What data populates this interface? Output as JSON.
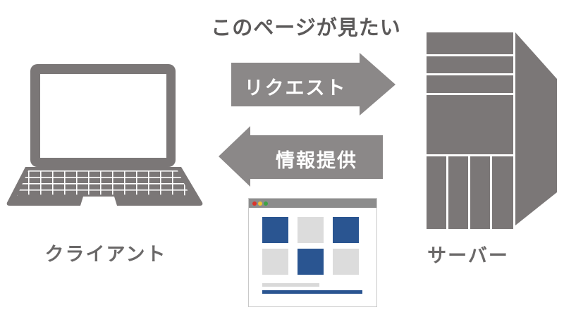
{
  "diagram": {
    "note_top": "このページが見たい",
    "arrows": {
      "request": {
        "label": "リクエスト",
        "direction": "right",
        "from": "client",
        "to": "server"
      },
      "response": {
        "label": "情報提供",
        "direction": "left",
        "from": "server",
        "to": "client"
      }
    },
    "nodes": {
      "client": {
        "label": "クライアント",
        "icon": "laptop-icon"
      },
      "server": {
        "label": "サーバー",
        "icon": "server-tower-icon"
      }
    },
    "browser_preview": {
      "traffic_dots": [
        "red",
        "yellow",
        "green"
      ],
      "tiles": [
        "blue",
        "gray",
        "blue",
        "gray",
        "blue",
        "gray"
      ],
      "bars": [
        {
          "color": "gray",
          "length": "short"
        },
        {
          "color": "blue",
          "length": "long"
        }
      ]
    },
    "colors": {
      "icon_gray": "#7b7777",
      "arrow_gray": "#8b8888",
      "note_text": "#5b5959",
      "label_text": "#6a6868",
      "accent_blue": "#2a5591",
      "tile_gray": "#dcdcdc",
      "titlebar_gray": "#8c8c8c"
    }
  }
}
